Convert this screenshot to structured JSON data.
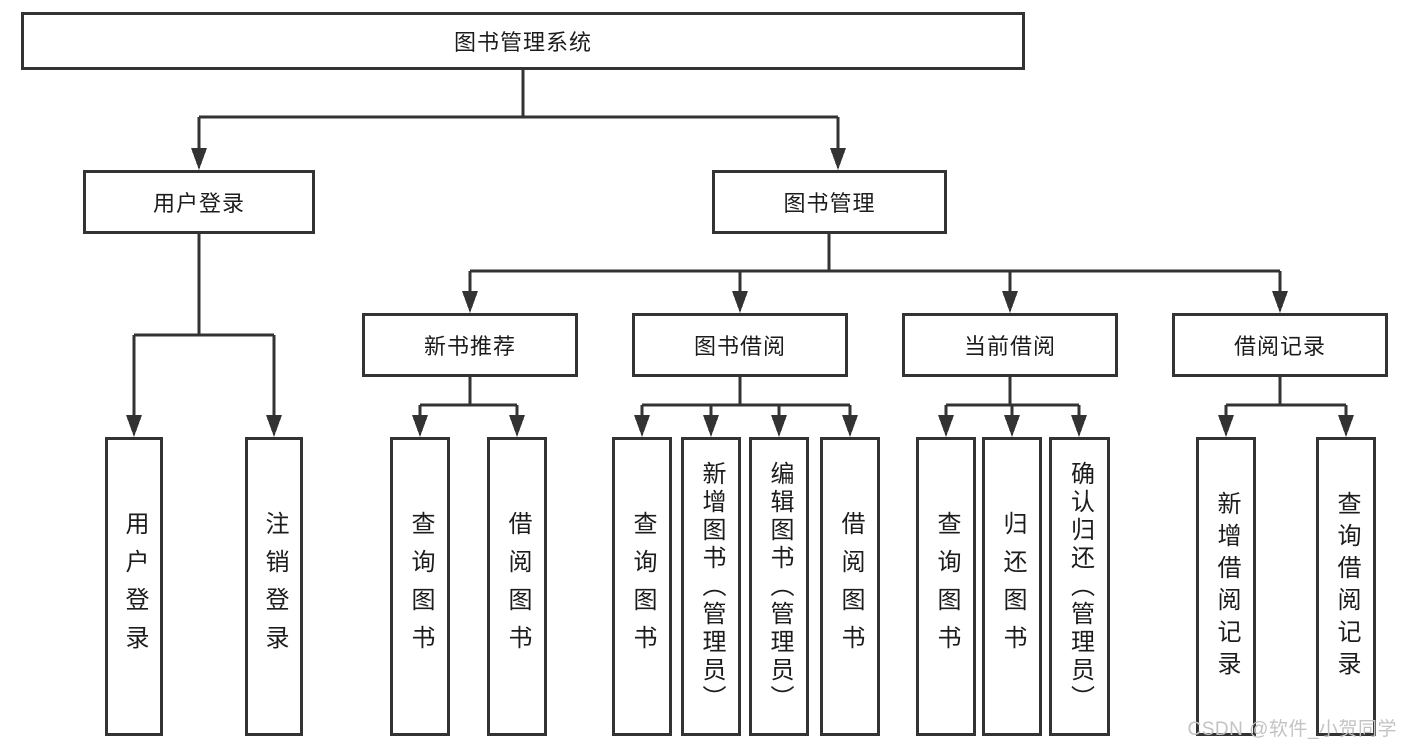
{
  "diagram": {
    "title": "图书管理系统",
    "root": {
      "label": "图书管理系统"
    },
    "level2": [
      {
        "id": "user-login",
        "label": "用户登录"
      },
      {
        "id": "book-management",
        "label": "图书管理"
      }
    ],
    "level3": [
      {
        "id": "new-book-recommend",
        "label": "新书推荐"
      },
      {
        "id": "book-borrowing",
        "label": "图书借阅"
      },
      {
        "id": "current-borrowing",
        "label": "当前借阅"
      },
      {
        "id": "borrowing-records",
        "label": "借阅记录"
      }
    ],
    "leaves": {
      "user_login": [
        {
          "label": "用户登录"
        },
        {
          "label": "注销登录"
        }
      ],
      "new_book_recommend": [
        {
          "label": "查询图书"
        },
        {
          "label": "借阅图书"
        }
      ],
      "book_borrowing": [
        {
          "label": "查询图书"
        },
        {
          "label": "新增图书（管理员）"
        },
        {
          "label": "编辑图书（管理员）"
        },
        {
          "label": "借阅图书"
        }
      ],
      "current_borrowing": [
        {
          "label": "查询图书"
        },
        {
          "label": "归还图书"
        },
        {
          "label": "确认归还（管理员）"
        }
      ],
      "borrowing_records": [
        {
          "label": "新增借阅记录"
        },
        {
          "label": "查询借阅记录"
        }
      ]
    }
  },
  "watermark": {
    "text": "CSDN @软件_小贺同学"
  },
  "colors": {
    "line": "#333333",
    "box_border": "#333333",
    "box_fill": "#ffffff",
    "text": "#1c1c1c",
    "watermark": "#c3c3c3",
    "background": "#ffffff"
  }
}
